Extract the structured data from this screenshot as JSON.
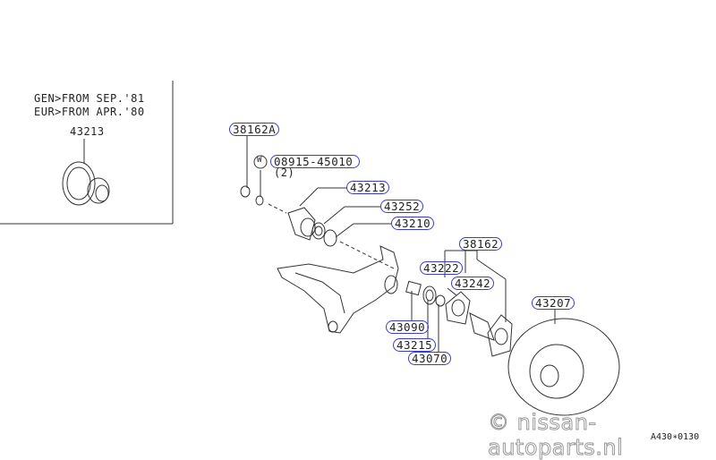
{
  "inset": {
    "note_lines": [
      "GEN>FROM SEP.'81",
      "EUR>FROM APR.'80"
    ],
    "part": "43213"
  },
  "labels": {
    "p38162A": "38162A",
    "p08915": "08915-45010",
    "p08915_qty": "(2)",
    "washer_mark": "W",
    "p43213": "43213",
    "p43252": "43252",
    "p43210": "43210",
    "p38162": "38162",
    "p43222": "43222",
    "p43242": "43242",
    "p43207": "43207",
    "p43090": "43090",
    "p43215": "43215",
    "p43070": "43070"
  },
  "watermark": "© nissan-autoparts.nl",
  "diagram_code": "A430∗0130"
}
